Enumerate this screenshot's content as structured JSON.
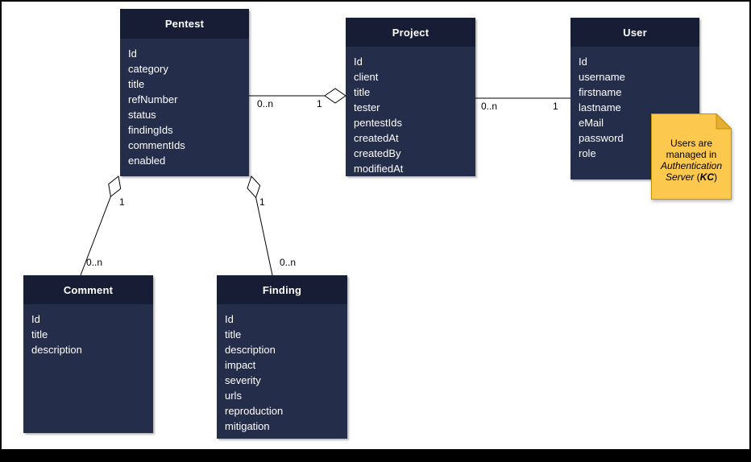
{
  "diagram": {
    "entities": [
      {
        "name": "Pentest",
        "fields": [
          "Id",
          "category",
          "title",
          "refNumber",
          "status",
          "findingIds",
          "commentIds",
          "enabled"
        ]
      },
      {
        "name": "Project",
        "fields": [
          "Id",
          "client",
          "title",
          "tester",
          "pentestIds",
          "createdAt",
          "createdBy",
          "modifiedAt"
        ]
      },
      {
        "name": "User",
        "fields": [
          "Id",
          "username",
          "firstname",
          "lastname",
          "eMail",
          "password",
          "role"
        ]
      },
      {
        "name": "Comment",
        "fields": [
          "Id",
          "title",
          "description"
        ]
      },
      {
        "name": "Finding",
        "fields": [
          "Id",
          "title",
          "description",
          "impact",
          "severity",
          "urls",
          "reproduction",
          "mitigation"
        ]
      }
    ],
    "relationships": [
      {
        "from": "Pentest",
        "to": "Project",
        "from_label": "0..n",
        "to_label": "1",
        "aggregation_at": "Project"
      },
      {
        "from": "Project",
        "to": "User",
        "from_label": "0..n",
        "to_label": "1",
        "aggregation_at": ""
      },
      {
        "from": "Pentest",
        "to": "Comment",
        "from_label": "1",
        "to_label": "0..n",
        "aggregation_at": "Pentest"
      },
      {
        "from": "Pentest",
        "to": "Finding",
        "from_label": "1",
        "to_label": "0..n",
        "aggregation_at": "Pentest"
      }
    ],
    "note": {
      "line1": "Users are",
      "line2": "managed in",
      "line3": "Authentication",
      "line4_italic": "Server",
      "line4_plain_open": " (",
      "line4_bold": "KC",
      "line4_plain_close": ")"
    },
    "colors": {
      "entity_header": "#171d35",
      "entity_body": "#242d4a",
      "entity_text": "#ffffff",
      "note_fill": "#fdc84e",
      "note_fold": "#e3ae33",
      "note_border": "#c79000",
      "edge": "#000000",
      "canvas": "#ffffff",
      "frame": "#000000"
    }
  }
}
